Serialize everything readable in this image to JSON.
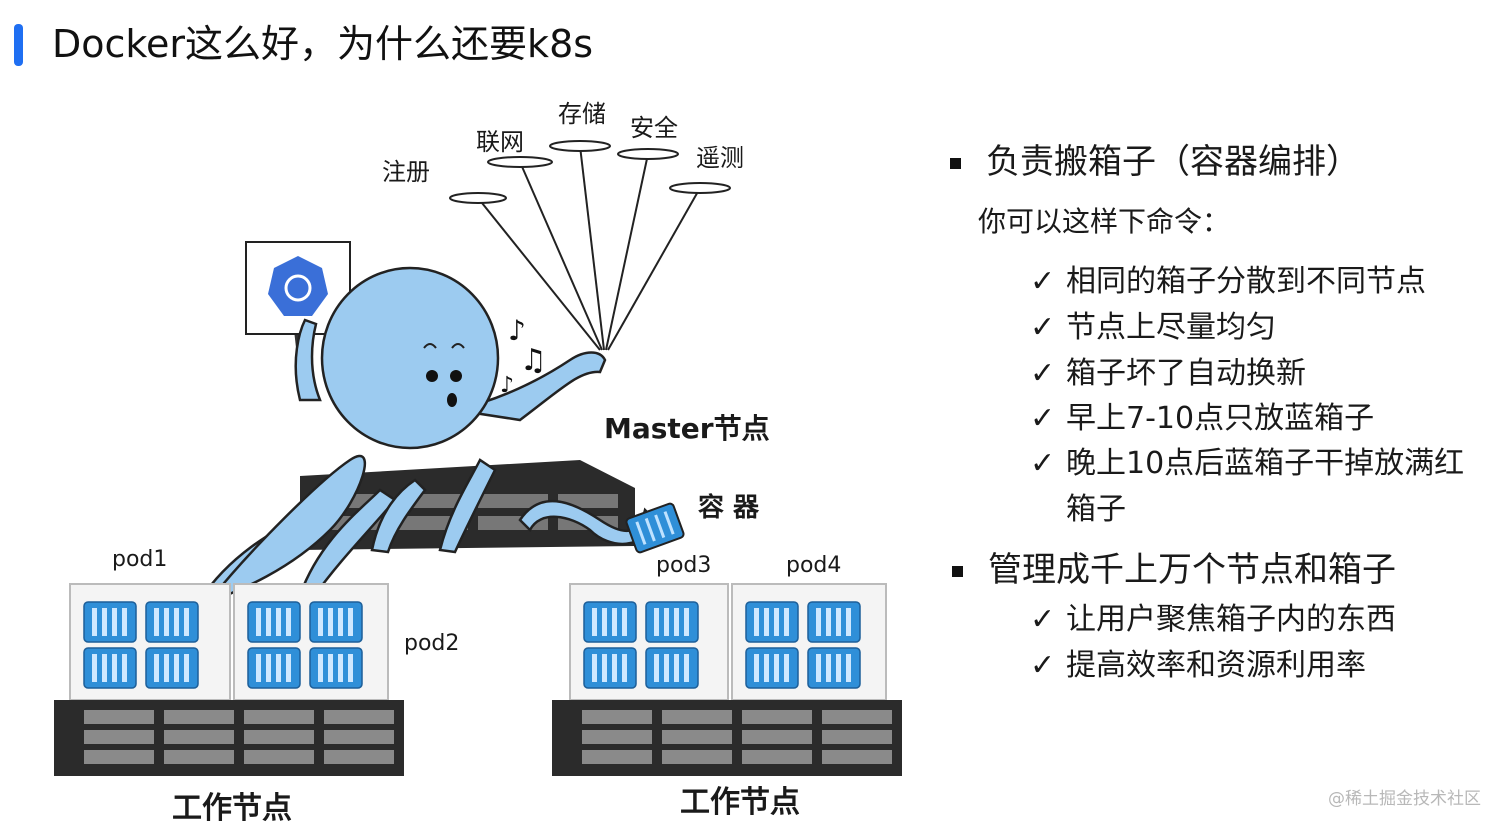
{
  "title": "Docker这么好，为什么还要k8s",
  "illustration": {
    "balloons": [
      "注册",
      "联网",
      "存储",
      "安全",
      "遥测"
    ],
    "master_label": "Master节点",
    "container_label": "容 器",
    "pods": [
      "pod1",
      "pod2",
      "pod3",
      "pod4"
    ],
    "worker_labels": [
      "工作节点",
      "工作节点"
    ]
  },
  "content": {
    "section1": {
      "heading": "负责搬箱子（容器编排）",
      "intro": "你可以这样下命令：",
      "items": [
        "相同的箱子分散到不同节点",
        "节点上尽量均匀",
        "箱子坏了自动换新",
        "早上7-10点只放蓝箱子",
        "晚上10点后蓝箱子干掉放满红",
        "箱子"
      ]
    },
    "section2": {
      "heading": "管理成千上万个节点和箱子",
      "items": [
        "让用户聚焦箱子内的东西",
        "提高效率和资源利用率"
      ]
    }
  },
  "check_symbol": "✓",
  "watermark": "@稀土掘金技术社区",
  "colors": {
    "accent": "#1f6ff2",
    "octopus": "#9ccbf0",
    "server": "#2b2b2b",
    "container": "#2f8fd8"
  }
}
